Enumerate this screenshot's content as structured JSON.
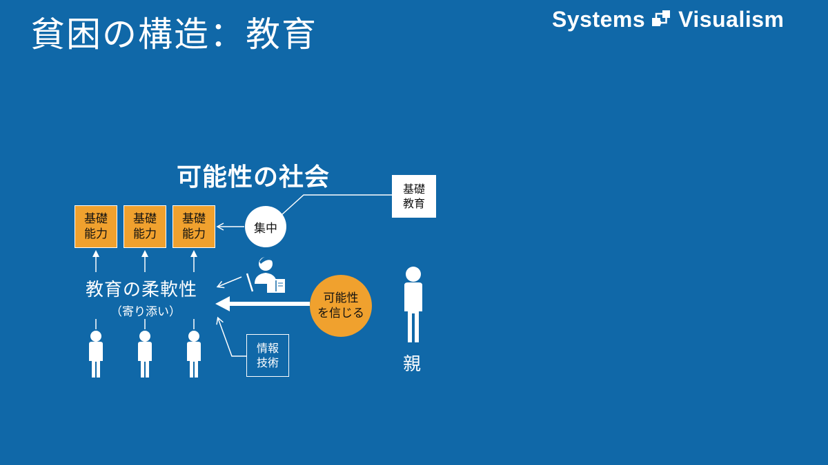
{
  "title": "貧困の構造：教育",
  "brand": {
    "left": "Systems",
    "right": "Visualism"
  },
  "diagram": {
    "heading": "可能性の社会",
    "skills": [
      {
        "line1": "基礎",
        "line2": "能力"
      },
      {
        "line1": "基礎",
        "line2": "能力"
      },
      {
        "line1": "基礎",
        "line2": "能力"
      }
    ],
    "focus": "集中",
    "basic_education": {
      "line1": "基礎",
      "line2": "教育"
    },
    "flexibility": {
      "label": "教育の柔軟性",
      "sub": "（寄り添い）"
    },
    "belief": {
      "line1": "可能性",
      "line2": "を信じる"
    },
    "info_tech": {
      "line1": "情報",
      "line2": "技術"
    },
    "parent": "親",
    "colors": {
      "background": "#1068a8",
      "accent": "#f0a12e",
      "foreground": "#ffffff"
    }
  }
}
